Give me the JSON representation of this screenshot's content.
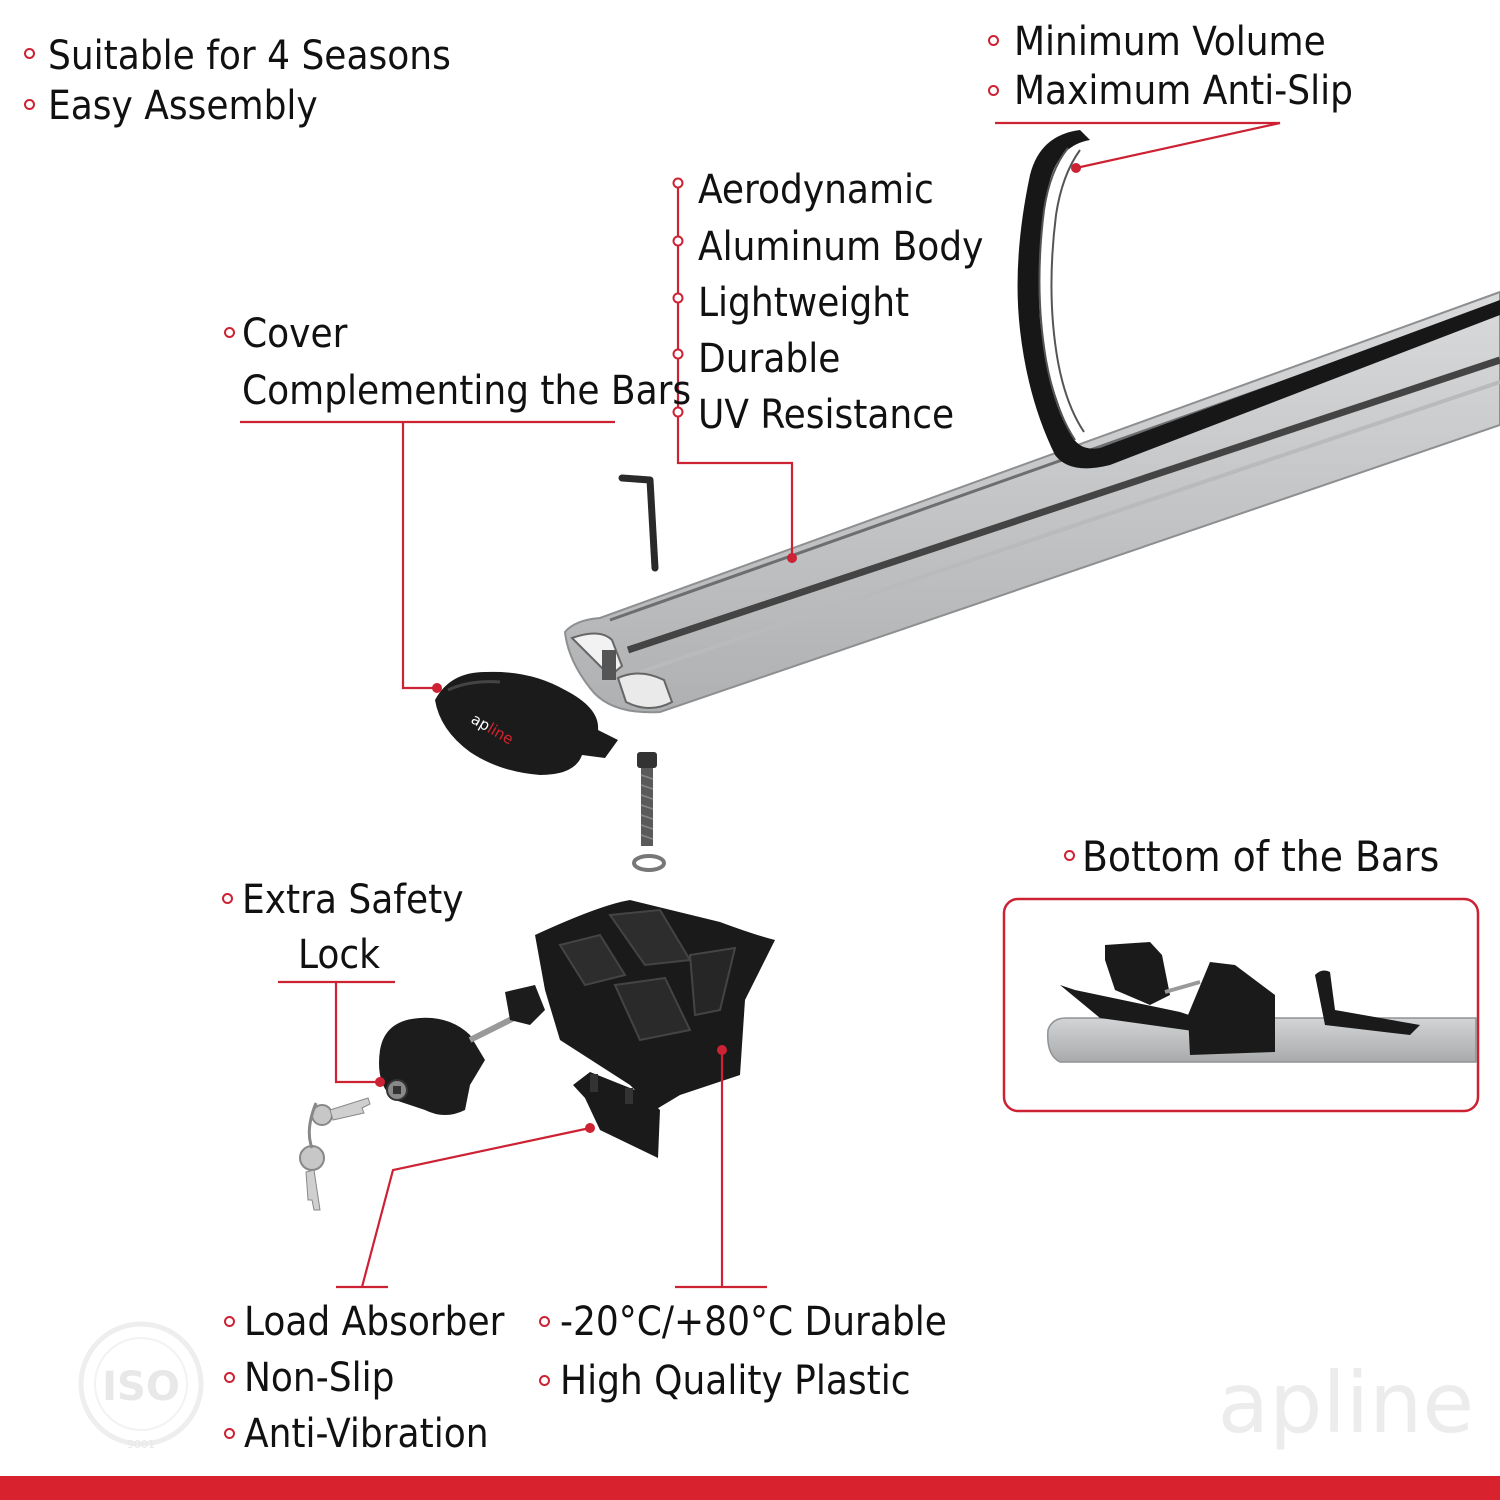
{
  "colors": {
    "accent": "#cc2233",
    "text": "#111111",
    "bar": "#c9cacb",
    "part": "#1a1a1a",
    "band": "#d8232f"
  },
  "top_left": [
    "Suitable for 4 Seasons",
    "Easy Assembly"
  ],
  "top_right": [
    "Minimum Volume",
    "Maximum Anti-Slip"
  ],
  "bar_features": [
    "Aerodynamic",
    "Aluminum Body",
    "Lightweight",
    "Durable",
    "UV Resistance"
  ],
  "cover": {
    "line1": "Cover",
    "line2": "Complementing the Bars"
  },
  "cover_logo": {
    "a": "ap",
    "b": "line"
  },
  "lock": {
    "line1": "Extra Safety",
    "line2": "Lock"
  },
  "absorber": [
    "Load Absorber",
    "Non-Slip",
    "Anti-Vibration"
  ],
  "plastic": [
    "-20°C/+80°C Durable",
    "High Quality Plastic"
  ],
  "bottom_panel": {
    "title": "Bottom of the Bars"
  },
  "watermarks": {
    "iso": "ISO",
    "iso_number": "9001",
    "brand": "apline"
  },
  "icons": [
    "allen-key-icon",
    "screw-icon",
    "washer-icon",
    "key-icon",
    "lock-icon",
    "iso-seal-icon"
  ]
}
